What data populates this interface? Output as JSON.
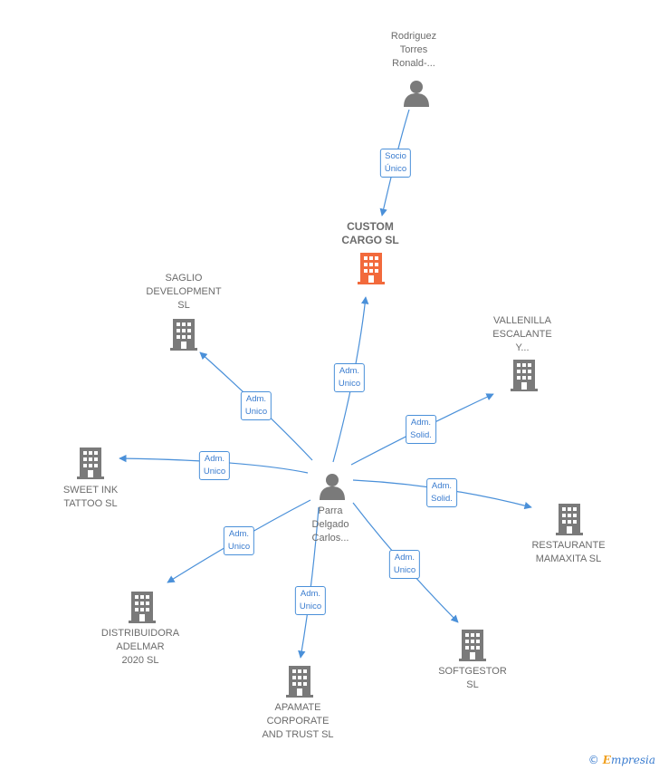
{
  "colors": {
    "edge": "#4a90d9",
    "building": "#7a7a7a",
    "main_building": "#f26a3c",
    "person": "#7a7a7a",
    "text": "#6b6b6b"
  },
  "nodes": [
    {
      "id": "rodriguez",
      "kind": "person",
      "lines": [
        "Rodriguez",
        "Torres",
        "Ronald-..."
      ]
    },
    {
      "id": "custom",
      "kind": "main",
      "lines": [
        "CUSTOM",
        "CARGO  SL"
      ]
    },
    {
      "id": "saglio",
      "kind": "company",
      "lines": [
        "SAGLIO",
        "DEVELOPMENT",
        "SL"
      ]
    },
    {
      "id": "vallenilla",
      "kind": "company",
      "lines": [
        "VALLENILLA",
        "ESCALANTE",
        "Y..."
      ]
    },
    {
      "id": "sweet",
      "kind": "company",
      "lines": [
        "SWEET INK",
        "TATTOO  SL"
      ]
    },
    {
      "id": "parra",
      "kind": "person",
      "lines": [
        "Parra",
        "Delgado",
        "Carlos..."
      ]
    },
    {
      "id": "restaurante",
      "kind": "company",
      "lines": [
        "RESTAURANTE",
        "MAMAXITA  SL"
      ]
    },
    {
      "id": "distribuidora",
      "kind": "company",
      "lines": [
        "DISTRIBUIDORA",
        "ADELMAR",
        "2020  SL"
      ]
    },
    {
      "id": "softgestor",
      "kind": "company",
      "lines": [
        "SOFTGESTOR",
        "SL"
      ]
    },
    {
      "id": "apamate",
      "kind": "company",
      "lines": [
        "APAMATE",
        "CORPORATE",
        "AND TRUST  SL"
      ]
    }
  ],
  "edges": [
    {
      "from": "rodriguez",
      "to": "custom",
      "lines": [
        "Socio",
        "Único"
      ]
    },
    {
      "from": "parra",
      "to": "custom",
      "lines": [
        "Adm.",
        "Unico"
      ]
    },
    {
      "from": "parra",
      "to": "saglio",
      "lines": [
        "Adm.",
        "Unico"
      ]
    },
    {
      "from": "parra",
      "to": "vallenilla",
      "lines": [
        "Adm.",
        "Solid."
      ]
    },
    {
      "from": "parra",
      "to": "sweet",
      "lines": [
        "Adm.",
        "Unico"
      ]
    },
    {
      "from": "parra",
      "to": "restaurante",
      "lines": [
        "Adm.",
        "Solid."
      ]
    },
    {
      "from": "parra",
      "to": "distribuidora",
      "lines": [
        "Adm.",
        "Unico"
      ]
    },
    {
      "from": "parra",
      "to": "softgestor",
      "lines": [
        "Adm.",
        "Unico"
      ]
    },
    {
      "from": "parra",
      "to": "apamate",
      "lines": [
        "Adm.",
        "Unico"
      ]
    }
  ],
  "footer": {
    "symbol": "©",
    "brand_initial": "E",
    "brand_rest": "mpresia"
  }
}
